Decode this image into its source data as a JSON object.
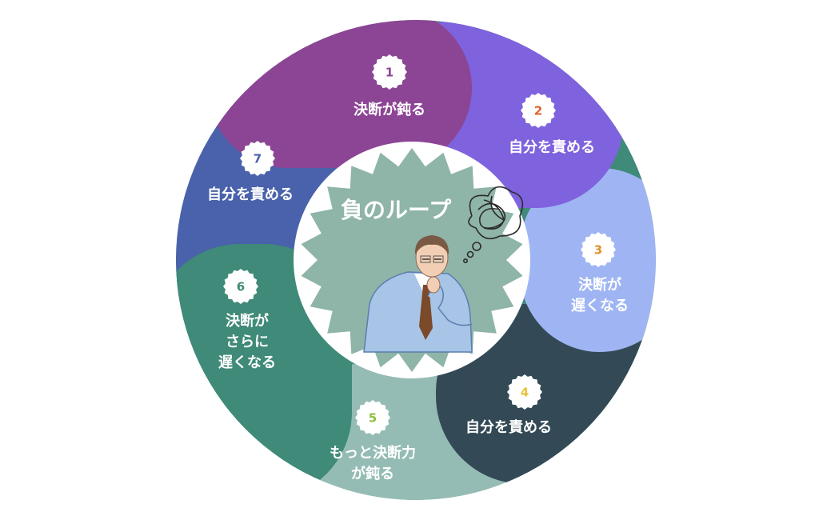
{
  "center": {
    "title": "負のループ"
  },
  "steps": [
    {
      "number": "1",
      "lines": [
        "決断が鈍る"
      ],
      "color": "#8c4595",
      "num_color": "#8c4595"
    },
    {
      "number": "2",
      "lines": [
        "自分を責める"
      ],
      "color": "#7f62dd",
      "num_color": "#e2622e"
    },
    {
      "number": "3",
      "lines": [
        "決断が",
        "遅くなる"
      ],
      "color": "#9fb5f3",
      "num_color": "#e0902a"
    },
    {
      "number": "4",
      "lines": [
        "自分を責める"
      ],
      "color": "#334a56",
      "num_color": "#e8c23a"
    },
    {
      "number": "5",
      "lines": [
        "もっと決断力",
        "が鈍る"
      ],
      "color": "#95bcb4",
      "num_color": "#8fbf3e"
    },
    {
      "number": "6",
      "lines": [
        "決断が",
        "さらに",
        "遅くなる"
      ],
      "color": "#3f8a78",
      "num_color": "#3f8a78"
    },
    {
      "number": "7",
      "lines": [
        "自分を責める"
      ],
      "color": "#4962ab",
      "num_color": "#4962ab"
    }
  ],
  "colors": {
    "center_fill": "#8fb4a8",
    "ring_bg": "#ffffff",
    "suit": "#a8c4e6",
    "tie": "#7a4a2a",
    "skin": "#f2cfb4",
    "hair": "#7a5a45"
  },
  "icons": {
    "thought": "tangled-thought-bubble-icon",
    "person": "worried-man-icon"
  }
}
